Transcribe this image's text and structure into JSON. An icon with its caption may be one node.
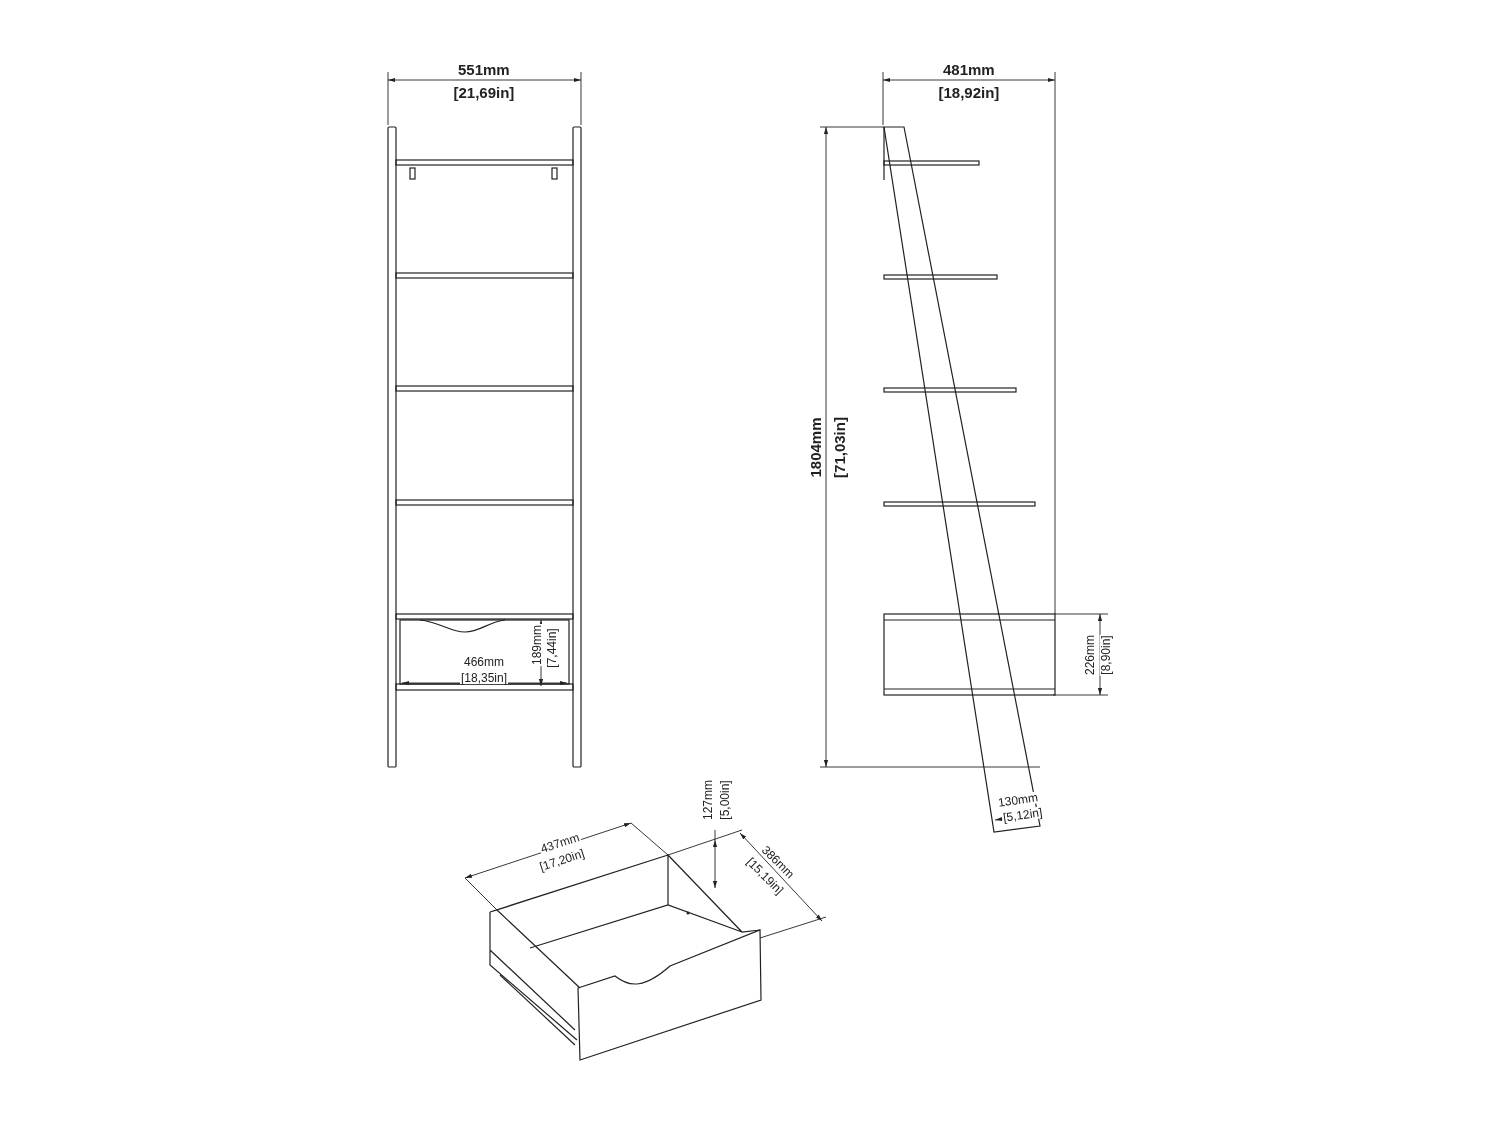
{
  "diagram": {
    "labels": [
      "551mm",
      "[21,69in]",
      "481mm",
      "[18,92in]",
      "1804mm",
      "[71,03in]",
      "189mm",
      "[7,44in]",
      "466mm",
      "[18,35in]",
      "226mm",
      "[8,90in]",
      "130mm",
      "[5,12in]",
      "127mm",
      "[5,00in]",
      "437mm",
      "[17,20in]",
      "386mm",
      "[15,19in]"
    ]
  }
}
